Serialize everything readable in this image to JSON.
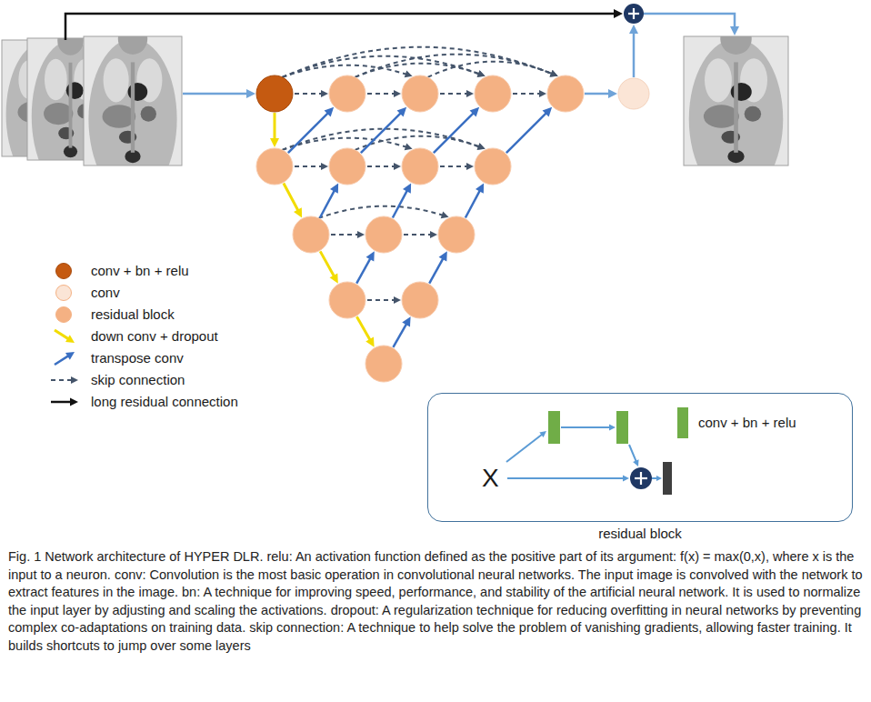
{
  "diagram": {
    "caption": "Fig. 1 Network architecture of HYPER DLR. relu: An activation function defined as the positive part of its argument: f(x) = max(0,x), where x is the input to a neuron. conv: Convolution is the most basic operation in convolutional neural networks. The input image is convolved with the network to extract features in the image. bn: A technique for improving speed, performance, and stability of the artificial neural network. It is used to normalize the input layer by adjusting and scaling the activations. dropout: A regularization technique for reducing overfitting in neural networks by preventing complex co-adaptations on training data. skip connection: A technique to help solve the problem of vanishing gradients, allowing faster training. It builds shortcuts to jump over some layers",
    "nodes": [
      {
        "text": [
          "residual block"
        ]
      }
    ],
    "labels": [
      "X"
    ],
    "legend": [
      {
        "text": "conv + bn + relu",
        "color": "#c55a11"
      },
      {
        "text": "conv",
        "color": "#fbe5d6"
      },
      {
        "text": "residual block",
        "color": "#f4b183"
      },
      {
        "text": "down conv + dropout"
      },
      {
        "text": "transpose conv"
      },
      {
        "text": "skip connection"
      },
      {
        "text": "long residual connection"
      },
      {
        "text": "conv + bn + relu",
        "color": "#70ad47"
      }
    ]
  }
}
